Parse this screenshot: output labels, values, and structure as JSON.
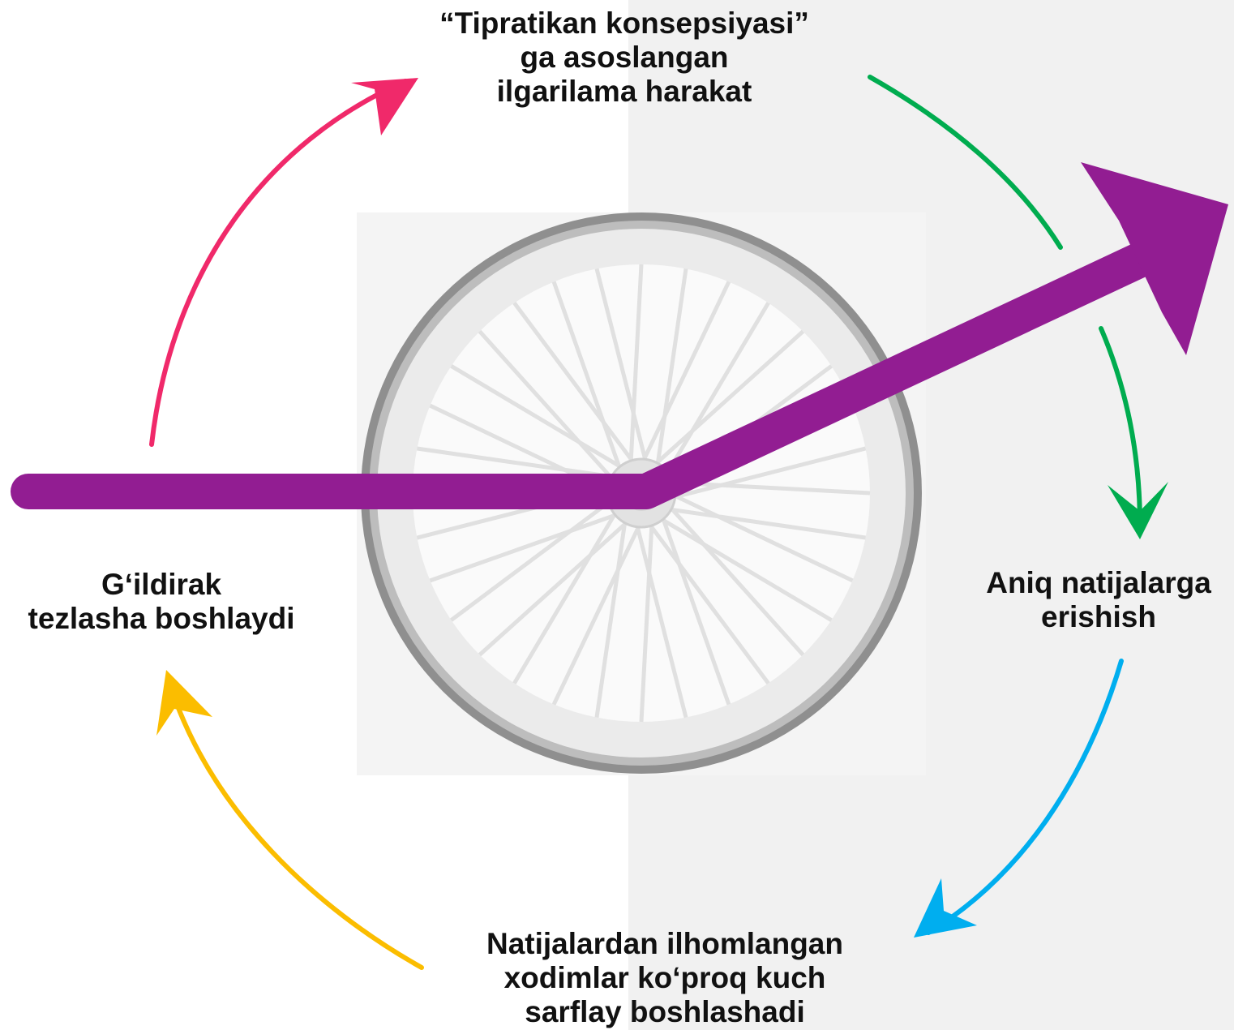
{
  "diagram": {
    "labels": {
      "top": "“Tipratikan konsepsiyasi”\nga asoslangan\nilgarilama harakat",
      "left": "G‘ildirak\ntezlasha boshlaydi",
      "right": "Aniq natijalarga\nerishish",
      "bottom": "Natijalardan ilhomlangan\nxodimlar ko‘proq kuch\nsarflay boshlashadi"
    },
    "colors": {
      "arrow_top_left": "#f0296a",
      "arrow_top_right": "#00ac4f",
      "arrow_bottom_right": "#00aeef",
      "arrow_bottom_left": "#fbbd00",
      "growth_arrow": "#921d92",
      "wheel_tire": "#8f8f8f",
      "wheel_rim": "#e6e6e6",
      "background_right": "#f1f1f1"
    },
    "icons": [
      "bicycle-wheel-icon",
      "growth-arrow-icon"
    ]
  }
}
